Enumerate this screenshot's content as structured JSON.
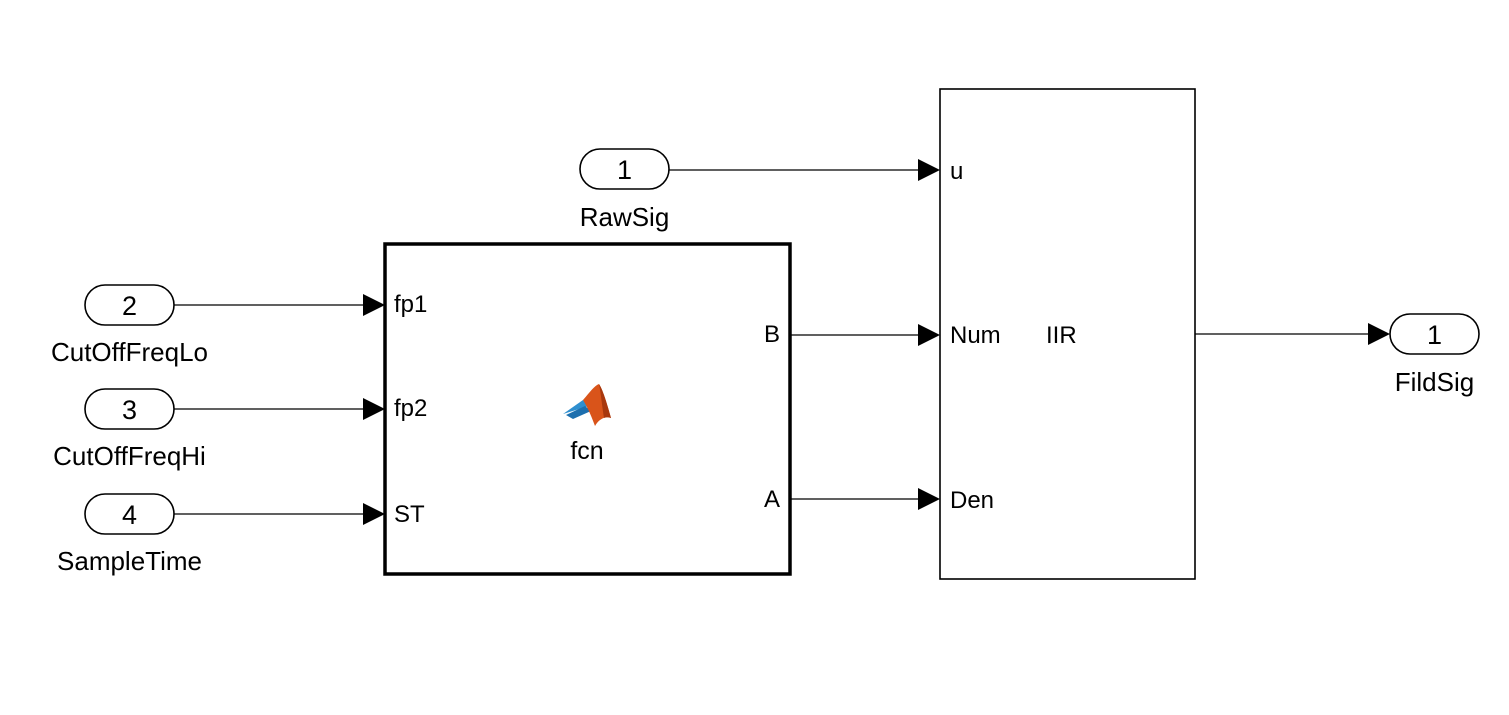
{
  "inports": [
    {
      "number": "1",
      "name": "RawSig"
    },
    {
      "number": "2",
      "name": "CutOffFreqLo"
    },
    {
      "number": "3",
      "name": "CutOffFreqHi"
    },
    {
      "number": "4",
      "name": "SampleTime"
    }
  ],
  "outports": [
    {
      "number": "1",
      "name": "FildSig"
    }
  ],
  "fcn_block": {
    "name": "fcn",
    "icon": "matlab-logo-icon",
    "inputs": [
      "fp1",
      "fp2",
      "ST"
    ],
    "outputs": [
      "B",
      "A"
    ]
  },
  "iir_block": {
    "name": "IIR",
    "inputs": [
      "u",
      "Num",
      "Den"
    ]
  },
  "colors": {
    "line": "#000000",
    "background": "#ffffff",
    "logo_orange": "#d9541a",
    "logo_blue": "#2f8fcf"
  }
}
